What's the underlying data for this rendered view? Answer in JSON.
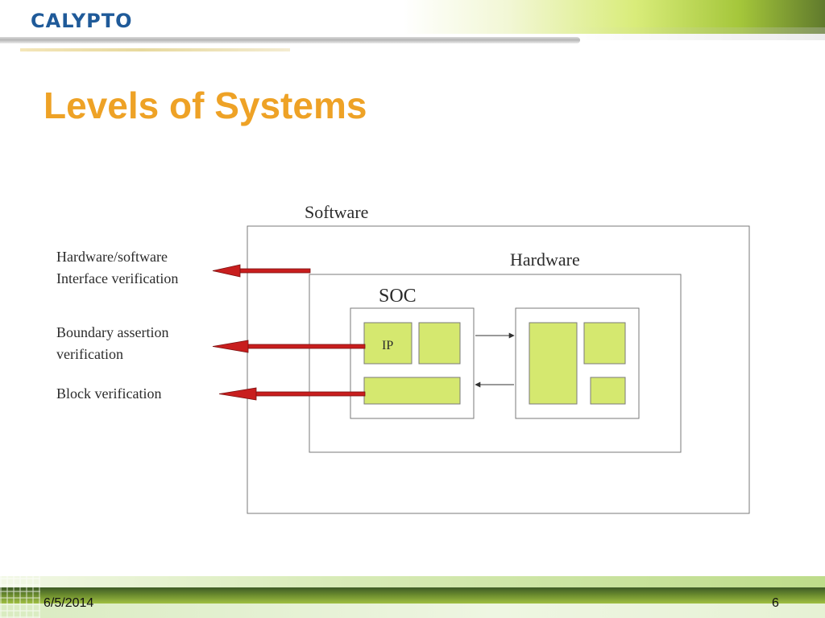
{
  "header": {
    "logo_text": "CALYPTO"
  },
  "slide": {
    "title": "Levels of Systems"
  },
  "diagram": {
    "layer_labels": {
      "software": "Software",
      "hardware": "Hardware",
      "soc": "SOC",
      "ip": "IP"
    },
    "verification_levels": [
      {
        "lines": [
          "Hardware/software",
          "Interface verification"
        ]
      },
      {
        "lines": [
          "Boundary assertion",
          "verification"
        ]
      },
      {
        "lines": [
          "Block verification"
        ]
      }
    ],
    "colors": {
      "block_fill": "#d5e86f",
      "arrow_red": "#c81e1e",
      "title_orange": "#eea226",
      "logo_blue": "#1f5a99"
    }
  },
  "footer": {
    "date": "6/5/2014",
    "page_number": "6"
  }
}
